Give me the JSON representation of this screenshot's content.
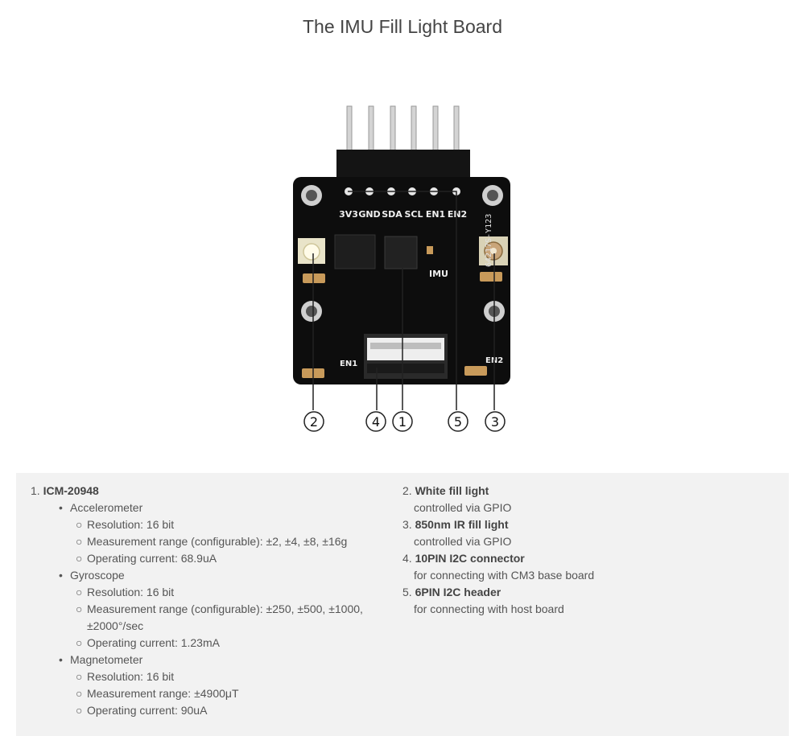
{
  "page": {
    "title": "The IMU Fill Light Board"
  },
  "board": {
    "pins": [
      "3V3",
      "GND",
      "SDA",
      "SCL",
      "EN1",
      "EN2"
    ],
    "chip_text": "IMU",
    "silk_code": "64217S-Y123",
    "en1_label": "EN1",
    "en2_label": "EN2",
    "callouts": [
      "2",
      "4",
      "1",
      "5",
      "3"
    ]
  },
  "spec": {
    "item1": {
      "number": "1.",
      "title": "ICM-20948",
      "accelerometer": {
        "label": "Accelerometer",
        "lines": [
          "Resolution: 16 bit",
          "Measurement range (configurable): ±2, ±4, ±8, ±16g",
          "Operating current: 68.9uA"
        ]
      },
      "gyroscope": {
        "label": "Gyroscope",
        "lines": [
          "Resolution: 16 bit",
          "Measurement range (configurable): ±250, ±500, ±1000,",
          "±2000°/sec",
          "Operating current: 1.23mA"
        ]
      },
      "magnetometer": {
        "label": "Magnetometer",
        "lines": [
          "Resolution: 16 bit",
          "Measurement range: ±4900μT",
          "Operating current: 90uA"
        ]
      }
    },
    "items": [
      {
        "number": "2.",
        "title": "White fill light",
        "desc": "controlled via GPIO"
      },
      {
        "number": "3.",
        "title": "850nm IR fill light",
        "desc": "controlled via GPIO"
      },
      {
        "number": "4.",
        "title": "10PIN I2C connector",
        "desc": "for connecting with CM3 base board"
      },
      {
        "number": "5.",
        "title": "6PIN I2C header",
        "desc": "for connecting with host board"
      }
    ]
  }
}
